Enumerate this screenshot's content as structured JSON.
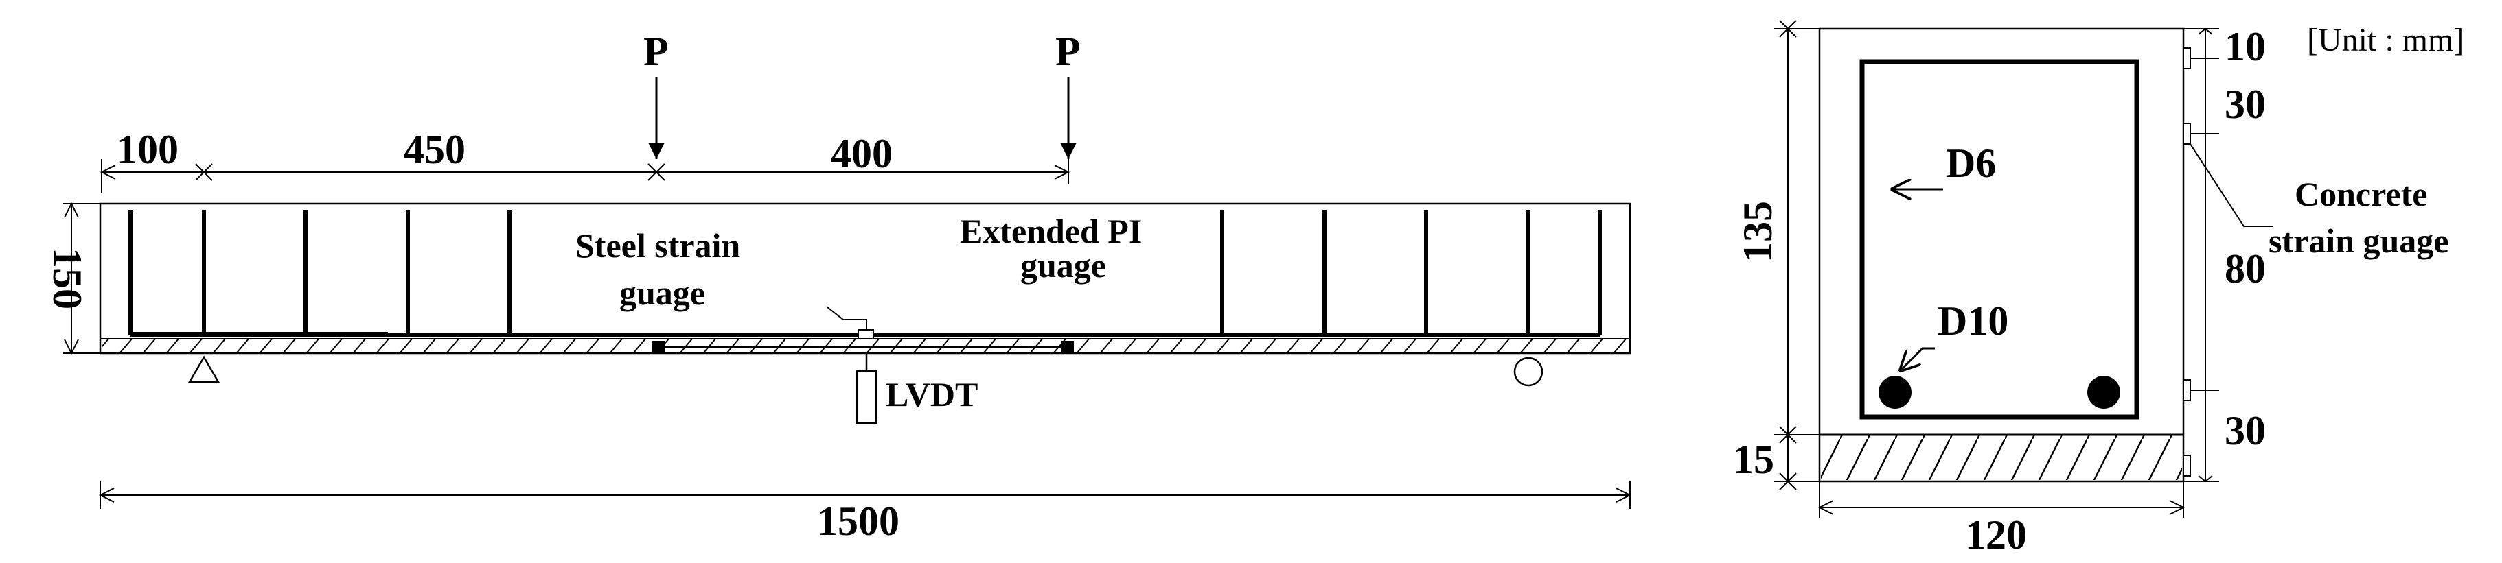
{
  "beam_elevation": {
    "load_left_label": "P",
    "load_right_label": "P",
    "dim_support_to_first_stirrup": "100",
    "dim_to_left_load": "450",
    "dim_between_loads": "400",
    "dim_height": "150",
    "dim_total_length": "1500",
    "steel_gauge_label_line1": "Steel strain",
    "steel_gauge_label_line2": "guage",
    "pi_gauge_label_line1": "Extended PI",
    "pi_gauge_label_line2": "guage",
    "lvdt_label": "LVDT"
  },
  "cross_section": {
    "unit_label": "[Unit : mm]",
    "dim_cover_top": "10",
    "dim_gauge_upper": "30",
    "dim_gauge_mid": "80",
    "dim_gauge_lower": "30",
    "dim_depth": "135",
    "dim_bottom_cover": "15",
    "dim_width": "120",
    "stirrup_label": "D6",
    "main_bar_label": "D10",
    "concrete_gauge_label_line1": "Concrete",
    "concrete_gauge_label_line2": "strain guage"
  }
}
